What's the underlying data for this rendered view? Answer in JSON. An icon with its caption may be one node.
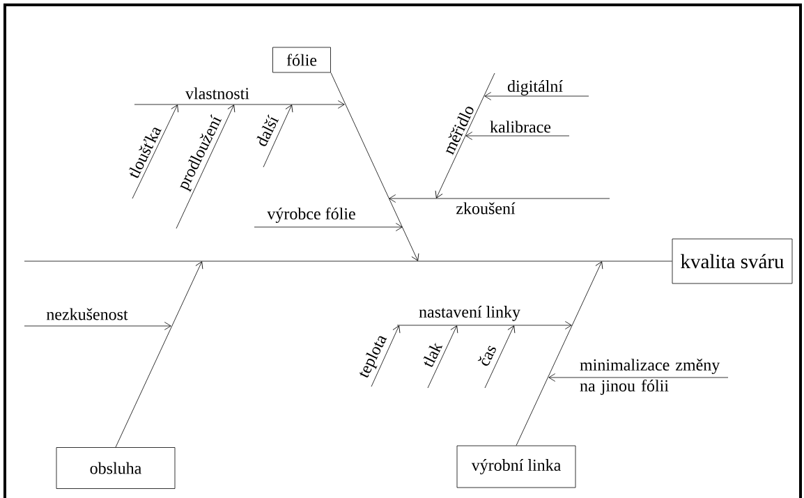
{
  "diagram": {
    "nodes": [
      {
        "text": [
          "fólie"
        ]
      },
      {
        "text": [
          "kvalita sváru"
        ]
      },
      {
        "text": [
          "obsluha"
        ]
      },
      {
        "text": [
          "výrobní linka"
        ]
      }
    ],
    "edges": [
      {
        "from": null,
        "to": 1,
        "arrow": "none"
      },
      {
        "from": 0,
        "to": null,
        "arrow": "to"
      },
      {
        "from": 2,
        "to": null,
        "arrow": "to"
      },
      {
        "from": 3,
        "to": null,
        "arrow": "to"
      }
    ],
    "labels": [
      "vlastnosti",
      "tloušťka",
      "prodloužení",
      "další",
      "digitální",
      "měřidlo",
      "kalibrace",
      "zkoušení",
      "výrobce fólie",
      "nezkušenost",
      "nastavení linky",
      "teplota",
      "tlak",
      "čas",
      "minimalizace změny na jinou fólii"
    ]
  }
}
